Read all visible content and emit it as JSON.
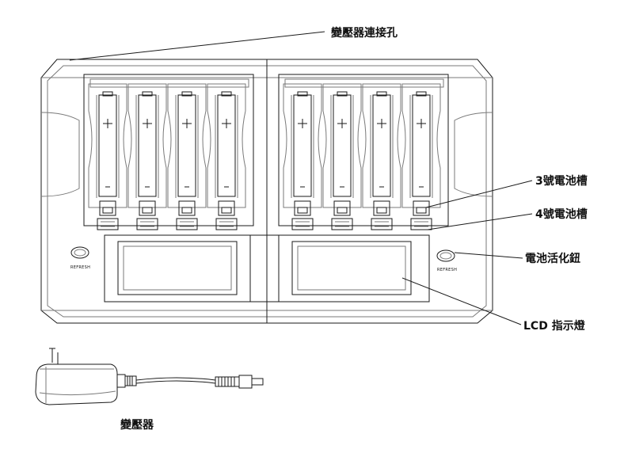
{
  "diagram": {
    "labels": {
      "adapter_port": "變壓器連接孔",
      "slot_3": "3號電池槽",
      "slot_4": "4號電池槽",
      "refresh_button": "電池活化鈕",
      "lcd": "LCD 指示燈",
      "adapter": "變壓器"
    },
    "refresh_text": "REFRESH",
    "slot_symbols": {
      "plus": "+",
      "minus": "−"
    },
    "left_bay_slots": 4,
    "right_bay_slots": 4
  },
  "colors": {
    "line": "#1a1a1a",
    "light": "#7a7a7a",
    "background": "#ffffff"
  }
}
